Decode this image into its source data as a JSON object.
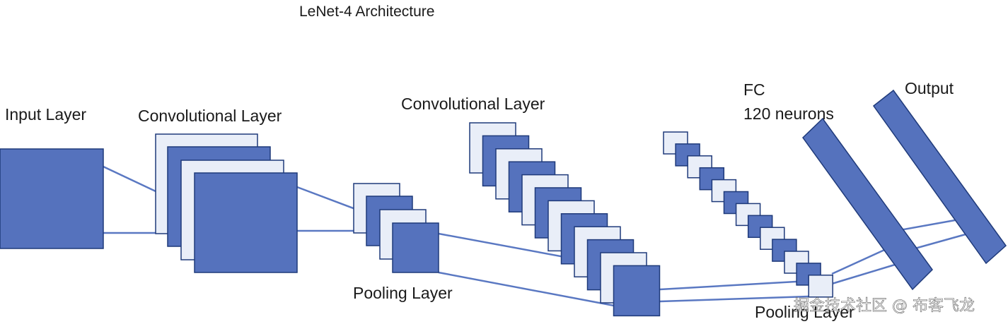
{
  "title": "LeNet-4 Architecture",
  "labels": {
    "input": "Input Layer",
    "conv1": "Convolutional Layer",
    "pool1": "Pooling Layer",
    "conv2": "Convolutional Layer",
    "fc_line1": "FC",
    "fc_line2": "120 neurons",
    "output": "Output",
    "pool2": "Pooling Layer"
  },
  "watermark": "掘金技术社区 @ 布客飞龙",
  "colors": {
    "dark_fill": "#5572bd",
    "light_fill": "#e9eef8",
    "stroke": "#1f3a7a",
    "connector": "#5a78c2"
  }
}
